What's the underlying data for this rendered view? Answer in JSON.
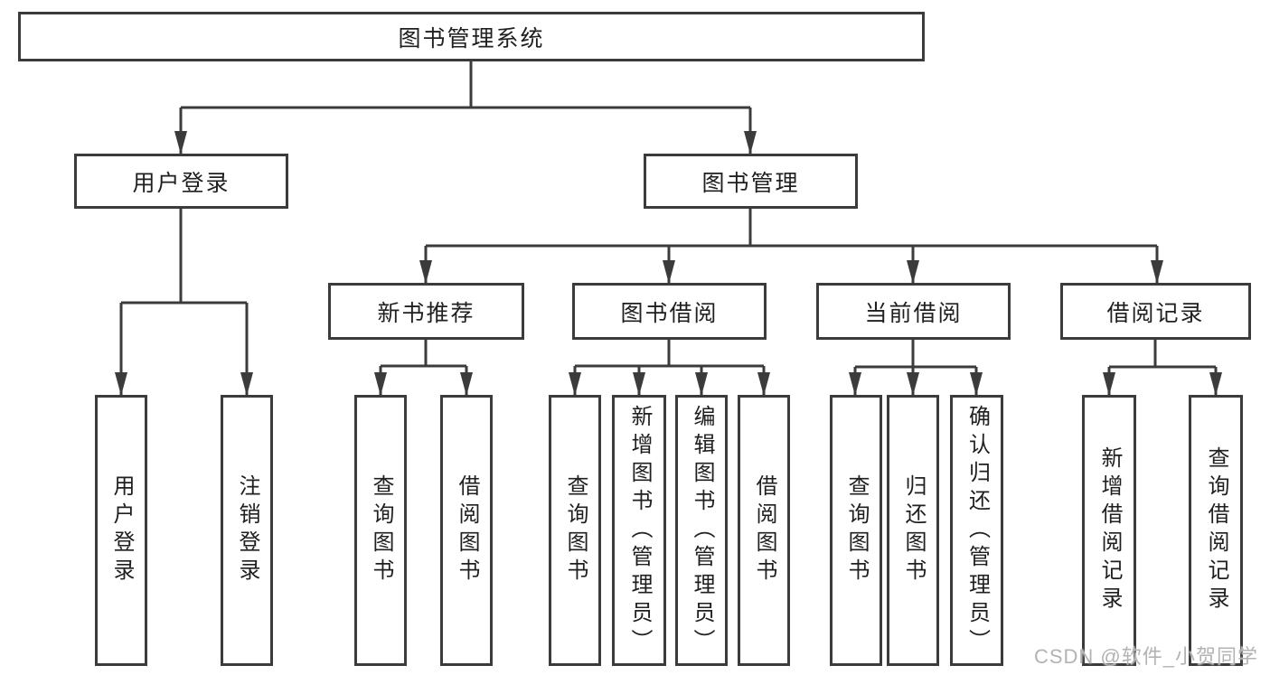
{
  "colors": {
    "line": "#3b3b3b",
    "text": "#1f1f1f",
    "background": "#ffffff",
    "watermark": "#b3b3b3"
  },
  "watermark": {
    "text": "CSDN @软件_小贺同学"
  },
  "tree": {
    "label": "图书管理系统",
    "children": [
      {
        "label": "用户登录",
        "children": [
          {
            "label": "用户登录"
          },
          {
            "label": "注销登录"
          }
        ]
      },
      {
        "label": "图书管理",
        "children": [
          {
            "label": "新书推荐",
            "children": [
              {
                "label": "查询图书"
              },
              {
                "label": "借阅图书"
              }
            ]
          },
          {
            "label": "图书借阅",
            "children": [
              {
                "label": "查询图书"
              },
              {
                "label": "新增图书（管理员）"
              },
              {
                "label": "编辑图书（管理员）"
              },
              {
                "label": "借阅图书"
              }
            ]
          },
          {
            "label": "当前借阅",
            "children": [
              {
                "label": "查询图书"
              },
              {
                "label": "归还图书"
              },
              {
                "label": "确认归还（管理员）"
              }
            ]
          },
          {
            "label": "借阅记录",
            "children": [
              {
                "label": "新增借阅记录"
              },
              {
                "label": "查询借阅记录"
              }
            ]
          }
        ]
      }
    ]
  }
}
